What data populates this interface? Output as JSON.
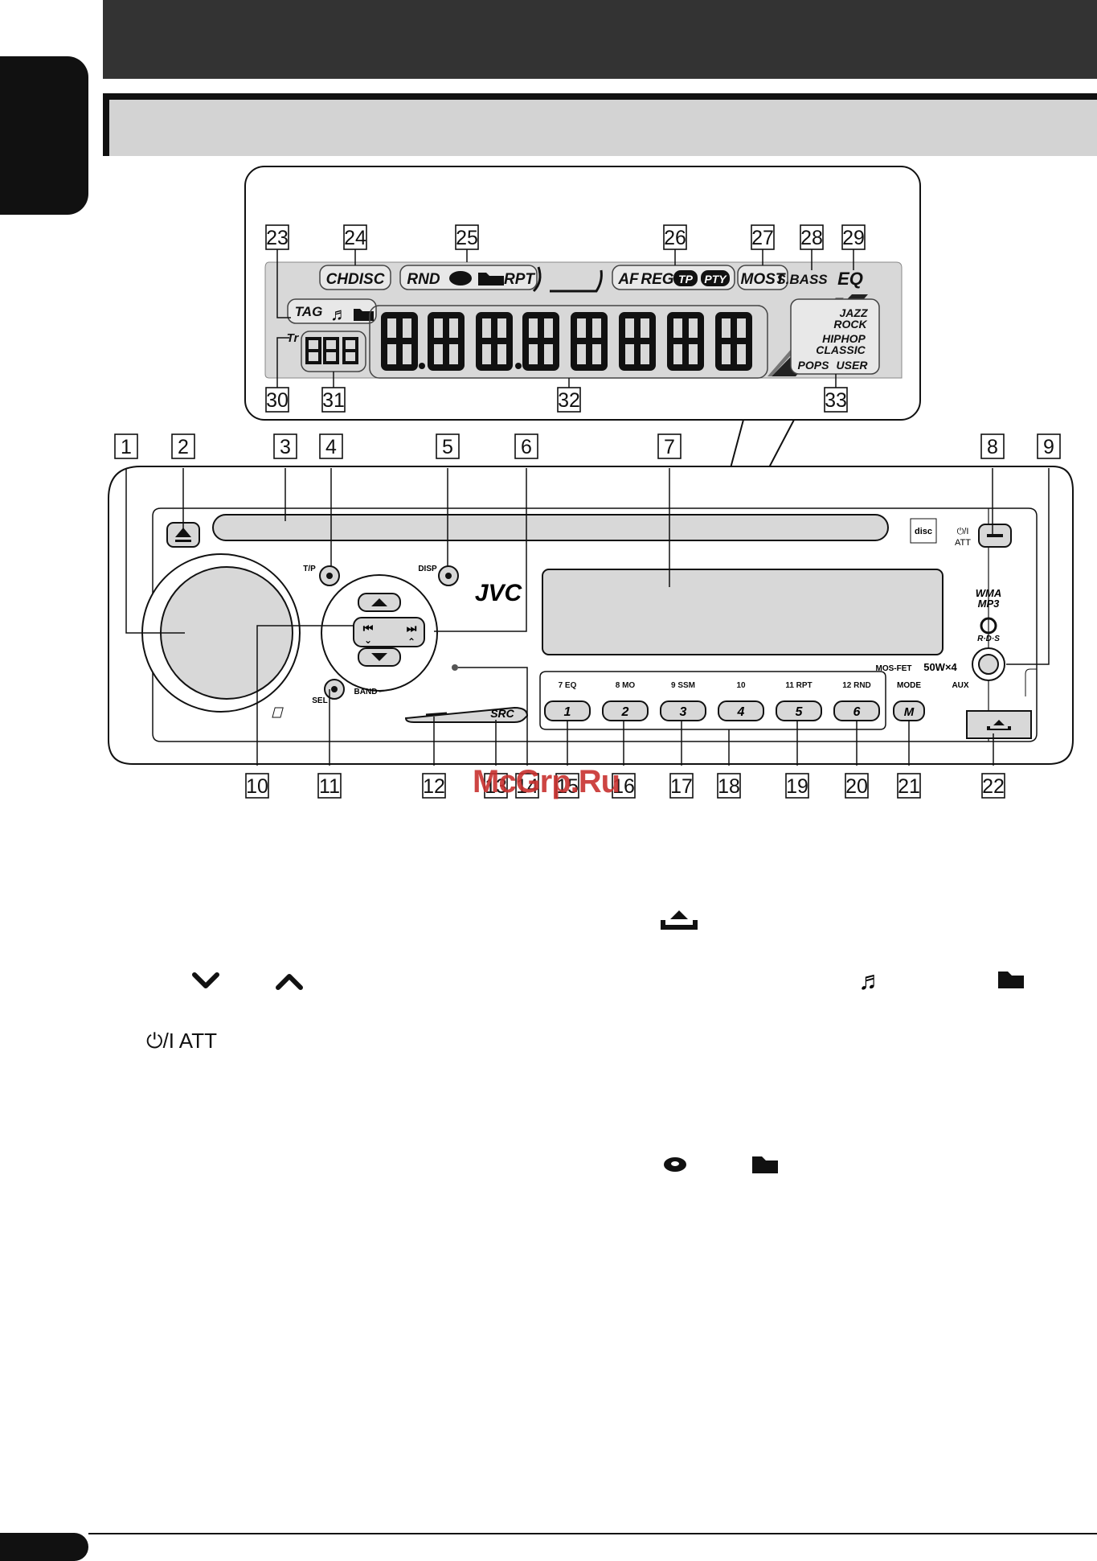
{
  "watermark": "McGrp.Ru",
  "callouts": [
    "1",
    "2",
    "3",
    "4",
    "5",
    "6",
    "7",
    "8",
    "9",
    "10",
    "11",
    "12",
    "13",
    "14",
    "15",
    "16",
    "17",
    "18",
    "19",
    "20",
    "21",
    "22",
    "23",
    "24",
    "25",
    "26",
    "27",
    "28",
    "29",
    "30",
    "31",
    "32",
    "33"
  ],
  "display": {
    "chdisc": "CHDISC",
    "rnd": "RND",
    "rpt": "RPT",
    "af": "AF",
    "reg": "REG",
    "tp": "TP",
    "pty": "PTY",
    "most": "MOST",
    "sbass": "S.BASS",
    "eq": "EQ",
    "tag": "TAG",
    "tr": "Tr",
    "jazz": "JAZZ",
    "rock": "ROCK",
    "hiphop": "HIPHOP",
    "classic": "CLASSIC",
    "pops": "POPS",
    "user": "USER"
  },
  "unit": {
    "brand": "JVC",
    "tp_label": "T/P",
    "disp_label": "DISP",
    "sel_label": "SEL",
    "band_label": "BAND",
    "src_label": "SRC",
    "power_att_1": "⏻/I",
    "power_att_2": "ATT",
    "wma": "WMA",
    "mp3": "MP3",
    "rds": "R·D·S",
    "mosfet": "MOS-FET",
    "power_rating": "50W×4",
    "mode_label": "MODE",
    "aux_label": "AUX",
    "preset_top": [
      "7  EQ",
      "8  MO",
      "9  SSM",
      "10",
      "11  RPT",
      "12  RND"
    ],
    "preset_btn": [
      "1",
      "2",
      "3",
      "4",
      "5",
      "6"
    ],
    "m_btn": "M"
  },
  "legend_icons": {
    "power_att_text": "⏻/I ATT"
  }
}
